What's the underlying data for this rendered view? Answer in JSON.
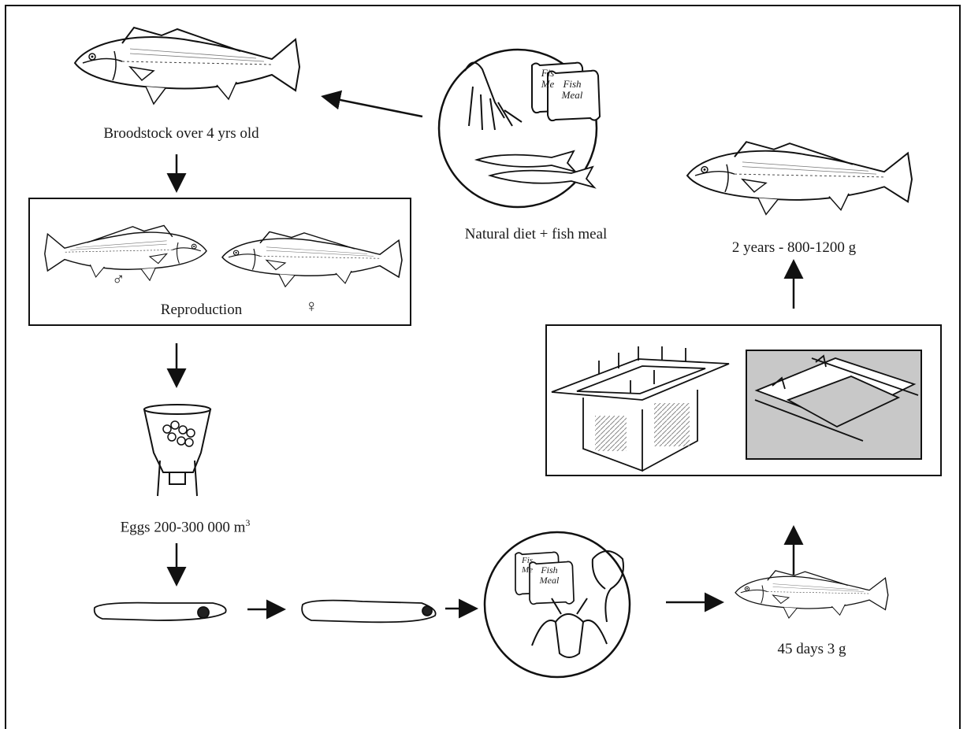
{
  "diagram": {
    "labels": {
      "broodstock": "Broodstock over 4 yrs old",
      "natural_diet": "Natural diet + fish meal",
      "reproduction": "Reproduction",
      "eggs": "Eggs 200-300 000 m",
      "eggs_sup": "3",
      "juvenile": "45 days 3 g",
      "adult": "2 years - 800-1200 g",
      "fish_meal_bag": "Fish Meal",
      "fish_meal_bag_partial": "Fis Me",
      "male_symbol": "♂",
      "female_symbol": "♀"
    }
  }
}
